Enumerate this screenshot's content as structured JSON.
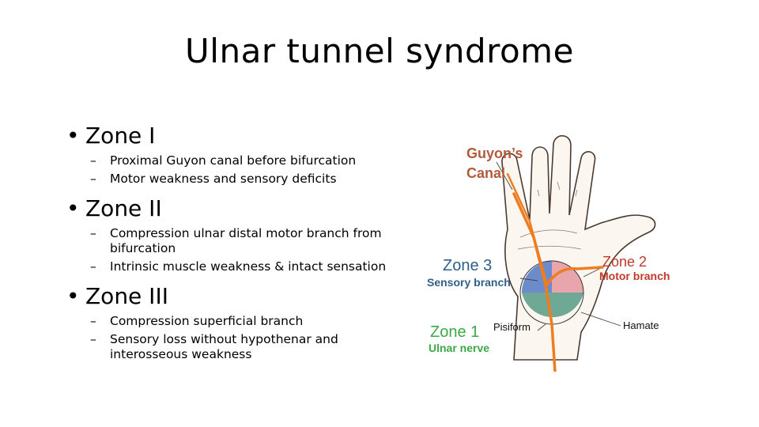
{
  "slide": {
    "title": "Ulnar tunnel syndrome",
    "bullets": [
      {
        "heading": "Zone I",
        "items": [
          "Proximal Guyon canal before bifurcation",
          "Motor weakness and sensory deficits"
        ]
      },
      {
        "heading": "Zone II",
        "items": [
          "Compression ulnar distal motor branch from bifurcation",
          "Intrinsic muscle weakness & intact sensation"
        ]
      },
      {
        "heading": "Zone III",
        "items": [
          "Compression superficial branch",
          "Sensory loss without hypothenar and interosseous weakness"
        ]
      }
    ]
  },
  "figure": {
    "guyons_label_line1": "Guyon’s",
    "guyons_label_line2": "Canal",
    "zone3_label": "Zone 3",
    "zone3_sub": "Sensory branch",
    "zone2_label": "Zone 2",
    "zone2_sub": "Motor branch",
    "zone1_label": "Zone 1",
    "zone1_sub": "Ulnar nerve",
    "pisiform_label": "Pisiform",
    "hamate_label": "Hamate",
    "colors": {
      "guyons": "#b45a3c",
      "zone3": "#2e5f8a",
      "zone2": "#c0392b",
      "zone1": "#3aa845",
      "nerve": "#f07c20",
      "zone3_fill": "#5b7fc7",
      "zone2_fill": "#e8a0a8",
      "zone1_fill": "#5fa08a"
    }
  }
}
